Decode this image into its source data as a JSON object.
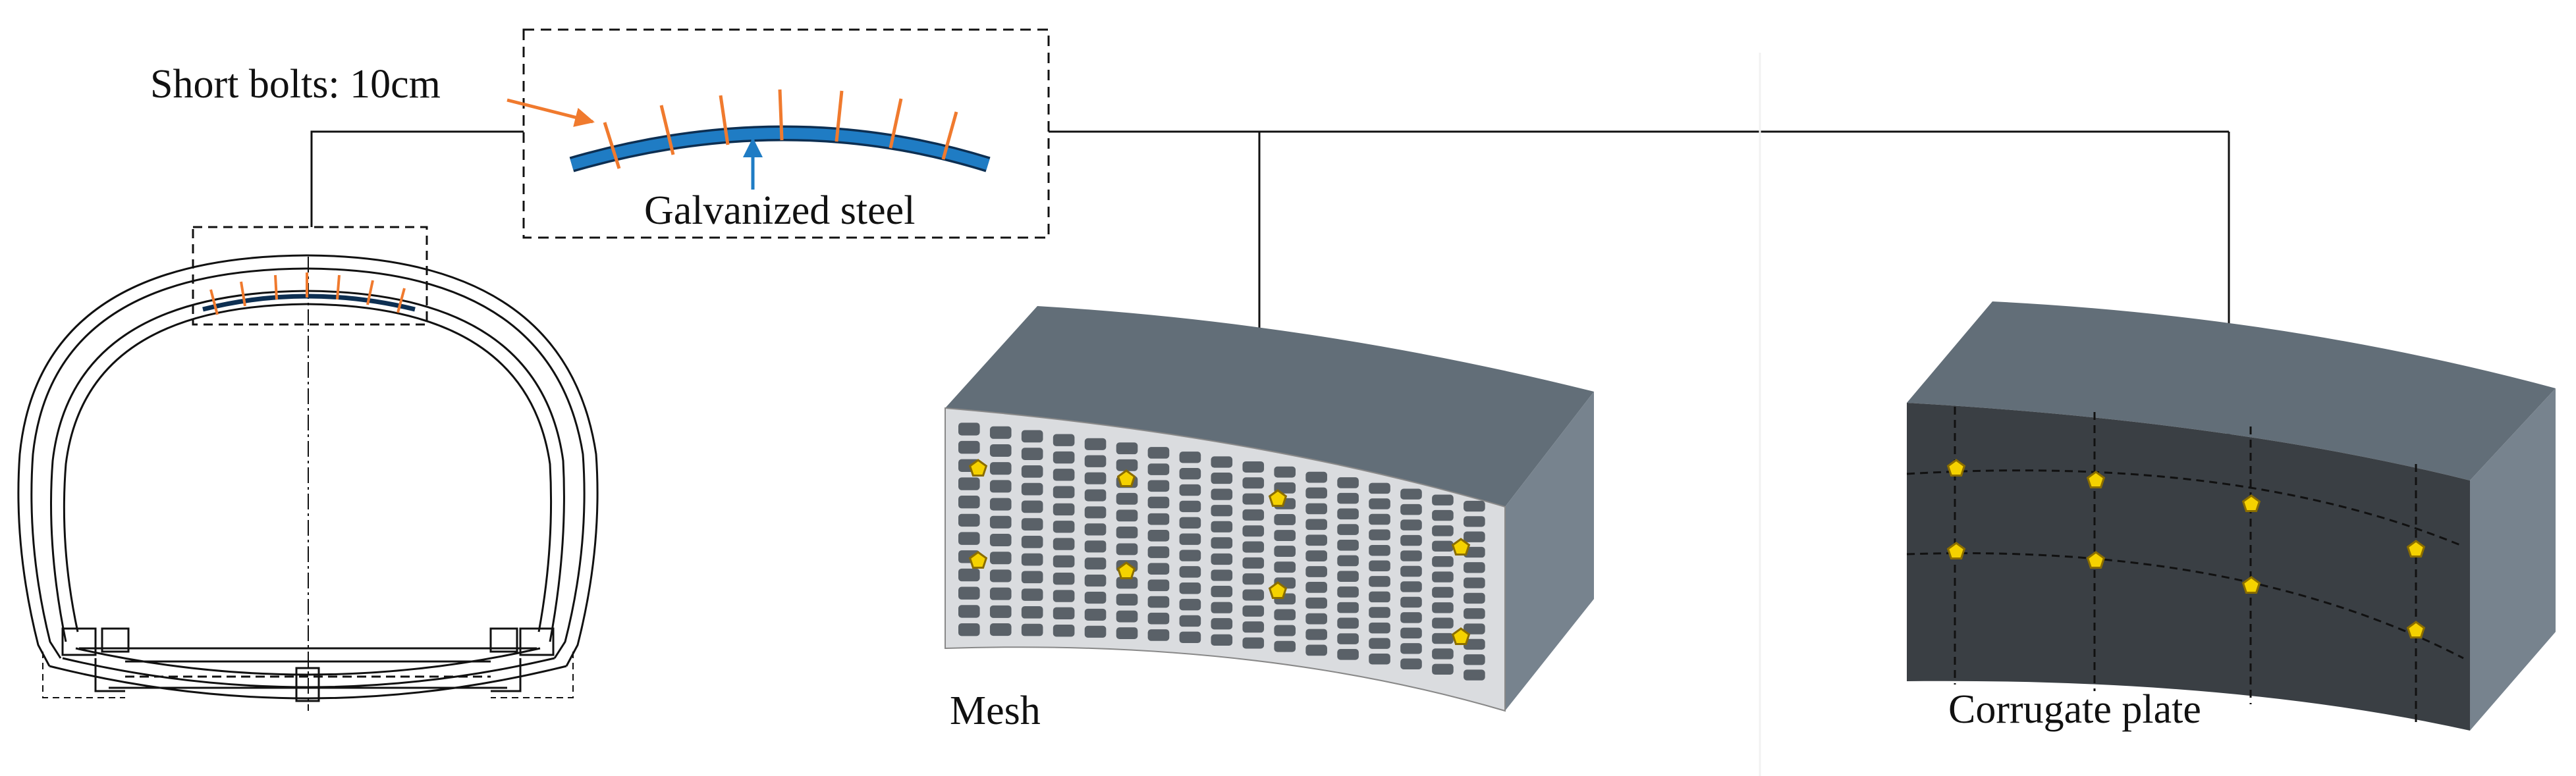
{
  "labels": {
    "short_bolts": "Short bolts: 10cm",
    "galvanized_steel": "Galvanized steel",
    "mesh": "Mesh",
    "corrugate_plate": "Corrugate plate"
  },
  "colors": {
    "bolt": "#f07a2e",
    "steel_fill": "#1f7cc4",
    "steel_stroke": "#0d2f52",
    "rock_top": "#626e78",
    "rock_side": "#77838e",
    "anchor": "#f5d200",
    "anchor_stroke": "#8a6d00",
    "line": "#111111"
  },
  "icons": {
    "bolt_anchor": "pentagon-anchor-icon",
    "arrow": "arrow-down-icon"
  }
}
